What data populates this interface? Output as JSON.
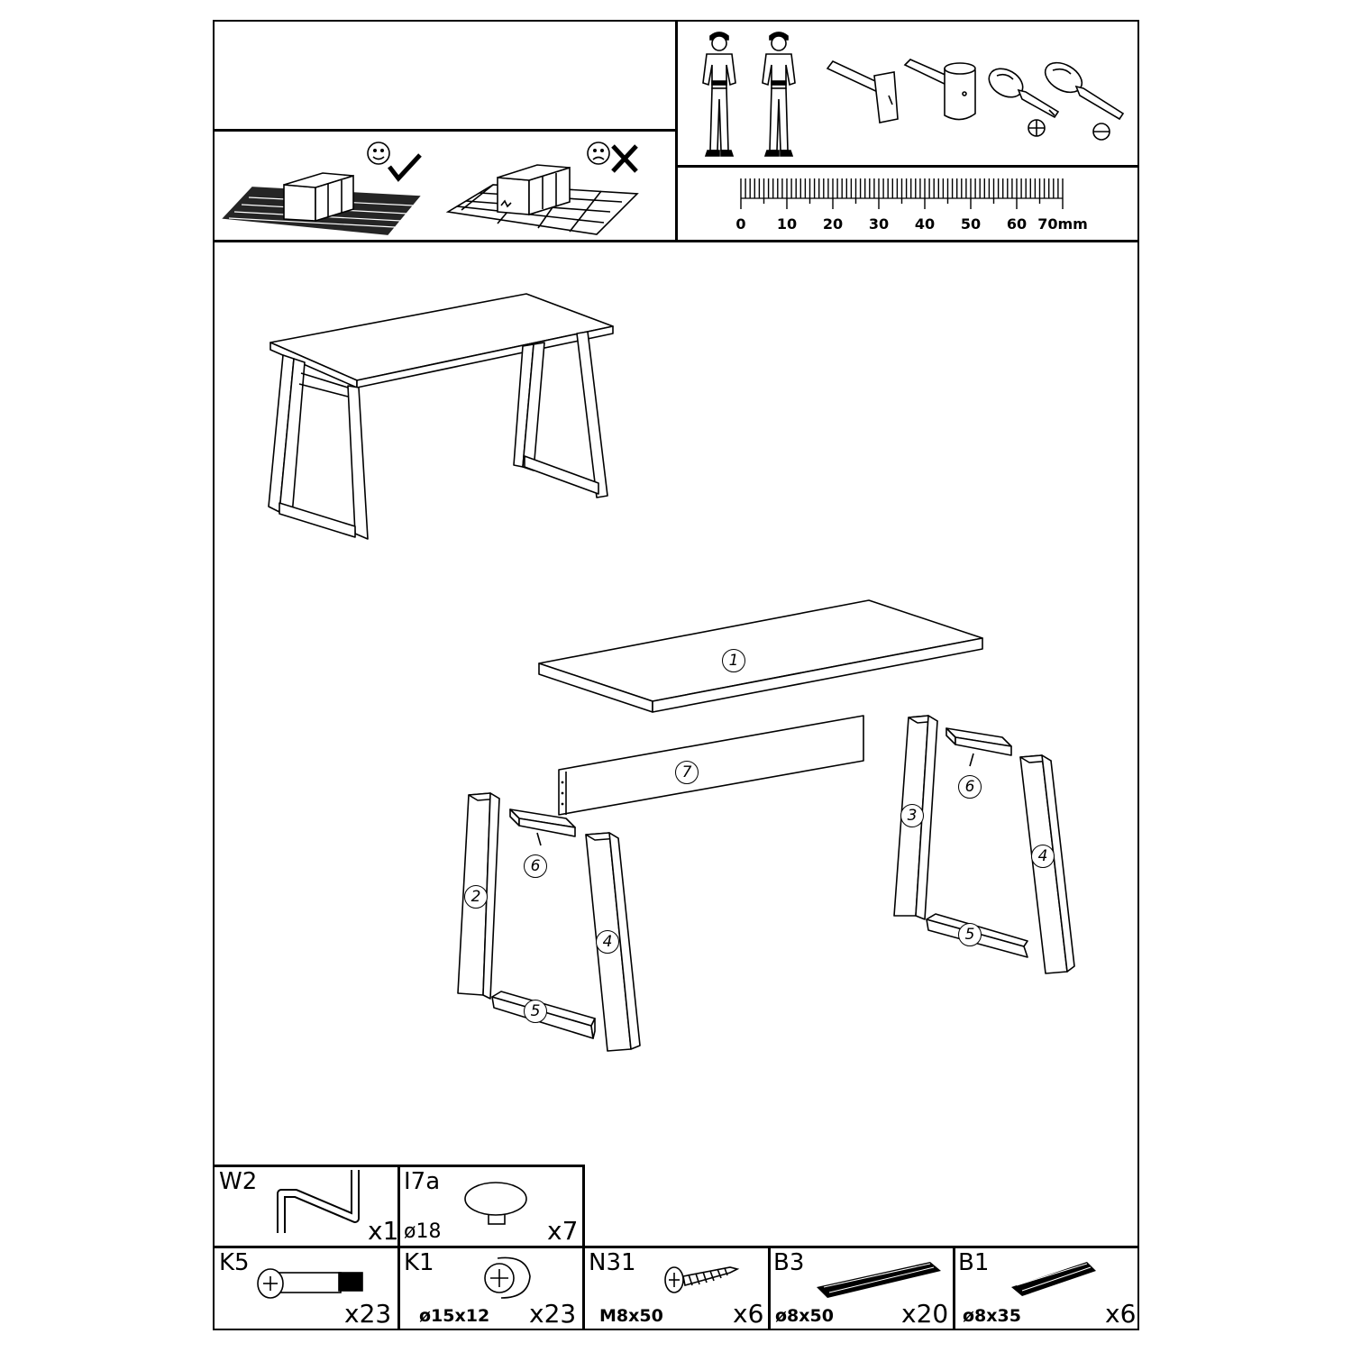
{
  "ruler": {
    "ticks": [
      "0",
      "10",
      "20",
      "30",
      "40",
      "50",
      "60",
      "70mm"
    ]
  },
  "parts": [
    {
      "id": "1",
      "label": "1"
    },
    {
      "id": "2",
      "label": "2"
    },
    {
      "id": "3",
      "label": "3"
    },
    {
      "id": "4",
      "label": "4"
    },
    {
      "id": "5",
      "label": "5"
    },
    {
      "id": "6",
      "label": "6"
    },
    {
      "id": "7",
      "label": "7"
    }
  ],
  "hardware": [
    {
      "code": "W2",
      "qty": "x1",
      "dim": ""
    },
    {
      "code": "I7a",
      "qty": "x7",
      "dim": "ø18"
    },
    {
      "code": "K5",
      "qty": "x23",
      "dim": ""
    },
    {
      "code": "K1",
      "qty": "x23",
      "dim": "ø15x12"
    },
    {
      "code": "N31",
      "qty": "x6",
      "dim": "M8x50"
    },
    {
      "code": "B3",
      "qty": "x20",
      "dim": "ø8x50"
    },
    {
      "code": "B1",
      "qty": "x6",
      "dim": "ø8x35"
    }
  ],
  "icons": {
    "good_surface": "assemble-on-soft-surface-icon",
    "bad_surface": "assemble-on-hard-surface-icon",
    "persons": "two-persons-icon",
    "hammer": "hammer-icon",
    "mallet": "mallet-icon",
    "phillips": "phillips-screwdriver-icon",
    "flat": "flat-screwdriver-icon"
  }
}
